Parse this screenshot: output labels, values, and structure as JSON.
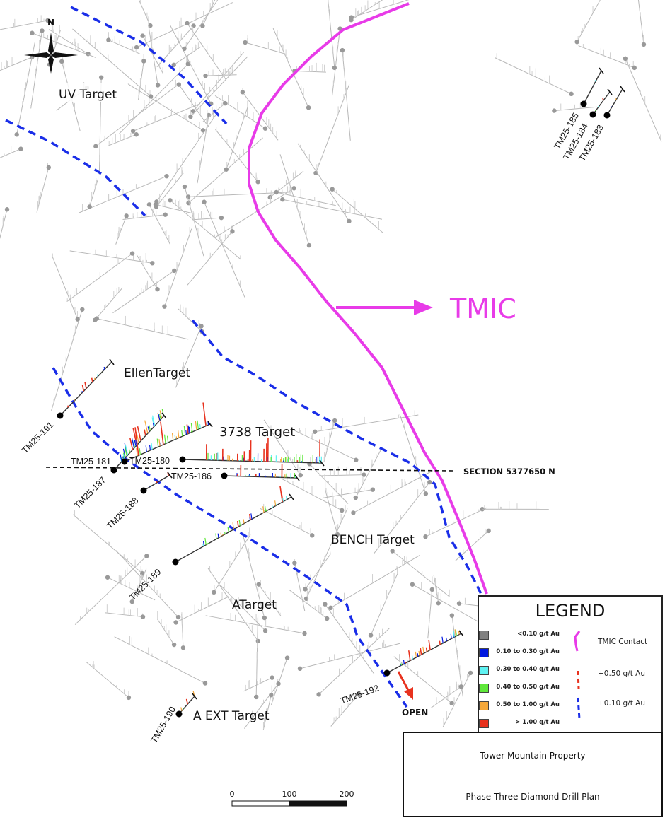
{
  "map": {
    "north_label": "N",
    "targets": {
      "uv": "UV Target",
      "ellen": "EllenTarget",
      "t3738": "3738 Target",
      "bench": "BENCH Target",
      "a": "ATarget",
      "aext": "A EXT Target"
    },
    "tmic_label": "TMIC",
    "section_label": "SECTION 5377650 N",
    "open_label": "OPEN",
    "drillholes": [
      "TM25-191",
      "TM25-181",
      "TM25-180",
      "TM25-187",
      "TM25-186",
      "TM25-188",
      "TM25-189",
      "TM25-190",
      "TM25-192",
      "TM25-185",
      "TM25-184",
      "TM25-183"
    ],
    "scale": {
      "ticks": [
        "0",
        "100",
        "200"
      ]
    }
  },
  "legend": {
    "title": "LEGEND",
    "grades": [
      {
        "label": "<0.10 g/t Au",
        "color": "#808080"
      },
      {
        "label": "0.10 to 0.30 g/t Au",
        "color": "#0018e0"
      },
      {
        "label": "0.30 to 0.40 g/t Au",
        "color": "#5ff2f2"
      },
      {
        "label": "0.40 to 0.50 g/t Au",
        "color": "#5fe83a"
      },
      {
        "label": "0.50 to 1.00 g/t Au",
        "color": "#f5a83a"
      },
      {
        "label": "> 1.00 g/t Au",
        "color": "#e8321e"
      }
    ],
    "lines": [
      {
        "label": "TMIC Contact",
        "color": "#e83be8"
      },
      {
        "label": "+0.50 g/t Au",
        "color": "#e8321e"
      },
      {
        "label": "+0.10 g/t Au",
        "color": "#1a2ee8"
      }
    ]
  },
  "title_block": {
    "property": "Tower Mountain Property",
    "plan": "Phase Three Diamond Drill Plan"
  }
}
